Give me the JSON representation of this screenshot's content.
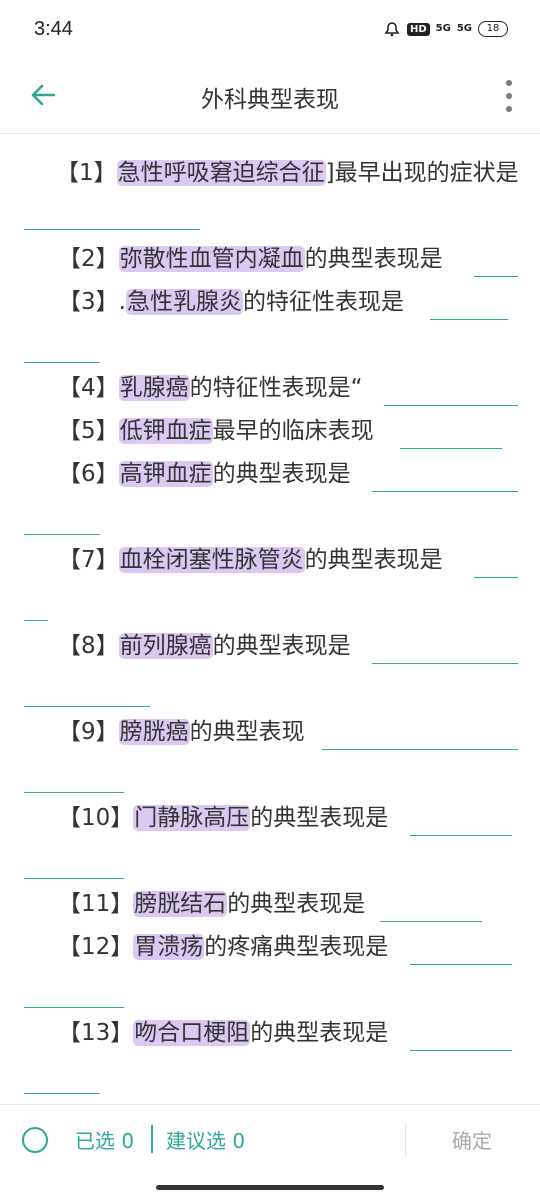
{
  "status": {
    "time": "3:44",
    "hd": "HD",
    "sig1": "5G",
    "sig2": "5G",
    "battery": "18"
  },
  "header": {
    "title": "外科典型表现"
  },
  "questions": [
    {
      "num": "【1】",
      "term": "急性呼吸窘迫综合征",
      "pre": "",
      "text": "]最早出现的症状是"
    },
    {
      "num": "【2】",
      "term": "弥散性血管内凝血",
      "pre": "",
      "text": "的典型表现是"
    },
    {
      "num": "【3】",
      "term": "急性乳腺炎",
      "pre": ".",
      "text": "的特征性表现是"
    },
    {
      "num": "【4】",
      "term": "乳腺癌",
      "pre": "",
      "text": "的特征性表现是“"
    },
    {
      "num": "【5】",
      "term": "低钾血症",
      "pre": "",
      "text": "最早的临床表现"
    },
    {
      "num": "【6】",
      "term": "高钾血症",
      "pre": "",
      "text": "的典型表现是"
    },
    {
      "num": "【7】",
      "term": "血栓闭塞性脉管炎",
      "pre": "",
      "text": "的典型表现是"
    },
    {
      "num": "【8】",
      "term": "前列腺癌",
      "pre": "",
      "text": "的典型表现是"
    },
    {
      "num": "【9】",
      "term": "膀胱癌",
      "pre": "",
      "text": "的典型表现"
    },
    {
      "num": "【10】",
      "term": "门静脉高压",
      "pre": "",
      "text": "的典型表现是"
    },
    {
      "num": "【11】",
      "term": "膀胱结石",
      "pre": "",
      "text": "的典型表现是"
    },
    {
      "num": "【12】",
      "term": "胃溃疡",
      "pre": "",
      "text": "的疼痛典型表现是"
    },
    {
      "num": "【13】",
      "term": "吻合口梗阻",
      "pre": "",
      "text": "的典型表现是"
    }
  ],
  "footer": {
    "selected_label": "已选 0",
    "suggested_label": "建议选 0",
    "confirm_label": "确定"
  }
}
